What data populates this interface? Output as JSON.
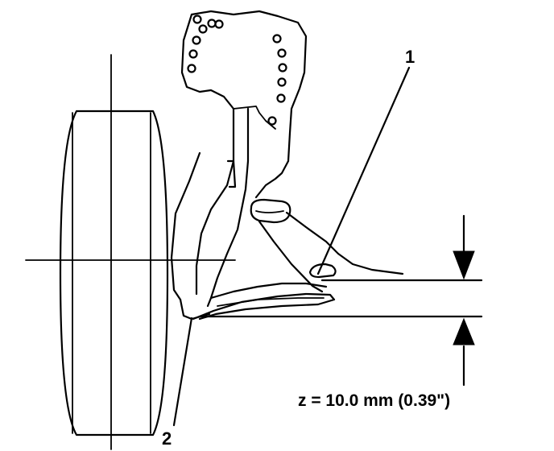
{
  "callouts": {
    "one": "1",
    "two": "2"
  },
  "measurement": {
    "text": "z = 10.0 mm (0.39\")"
  }
}
